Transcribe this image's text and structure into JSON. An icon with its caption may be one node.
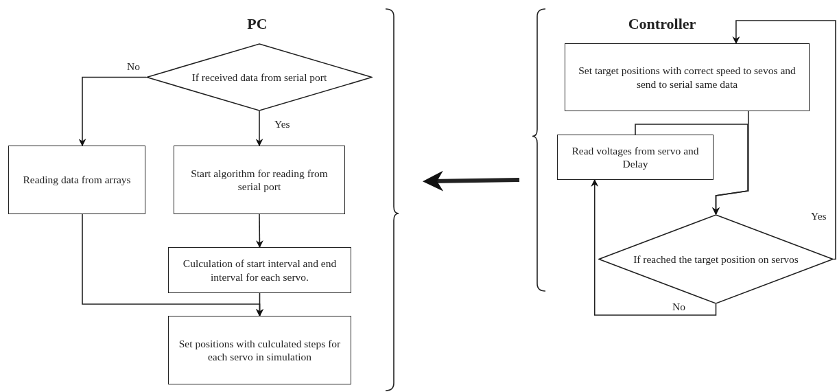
{
  "diagram": {
    "nodes": [
      {
        "text": [
          "PC"
        ]
      },
      {
        "text": [
          "If received data from serial port"
        ],
        "in": 0
      },
      {
        "text": [
          "Reading data from arrays"
        ],
        "in": 0
      },
      {
        "text": [
          "Start algorithm for reading from serial port"
        ],
        "in": 0
      },
      {
        "text": [
          "Culculation of start interval and end interval for each servo."
        ],
        "in": 0
      },
      {
        "text": [
          "Set positions with culculated steps for each servo in simulation"
        ],
        "in": 0
      },
      {
        "text": [
          "Controller"
        ]
      },
      {
        "text": [
          "Set target positions with correct speed to sevos and send to serial same data"
        ],
        "in": 6
      },
      {
        "text": [
          "Read voltages from servo and Delay"
        ],
        "in": 6
      },
      {
        "text": [
          "If reached the target position on servos"
        ],
        "in": 6
      }
    ],
    "edges": [
      {
        "from": 1,
        "to": 2,
        "arrow": "to",
        "label": "No"
      },
      {
        "from": 1,
        "to": 3,
        "arrow": "to",
        "label": "Yes"
      },
      {
        "from": 3,
        "to": 4,
        "arrow": "to"
      },
      {
        "from": 4,
        "to": 5,
        "arrow": "to"
      },
      {
        "from": 2,
        "to": 5,
        "arrow": "to"
      },
      {
        "from": 6,
        "to": 0,
        "arrow": "to",
        "style": "thick"
      },
      {
        "from": 7,
        "to": 9,
        "arrow": "to"
      },
      {
        "from": 8,
        "to": 9,
        "arrow": "to"
      },
      {
        "from": 9,
        "to": 8,
        "arrow": "to",
        "label": "No"
      },
      {
        "from": 9,
        "to": 7,
        "arrow": "to",
        "label": "Yes"
      }
    ]
  }
}
